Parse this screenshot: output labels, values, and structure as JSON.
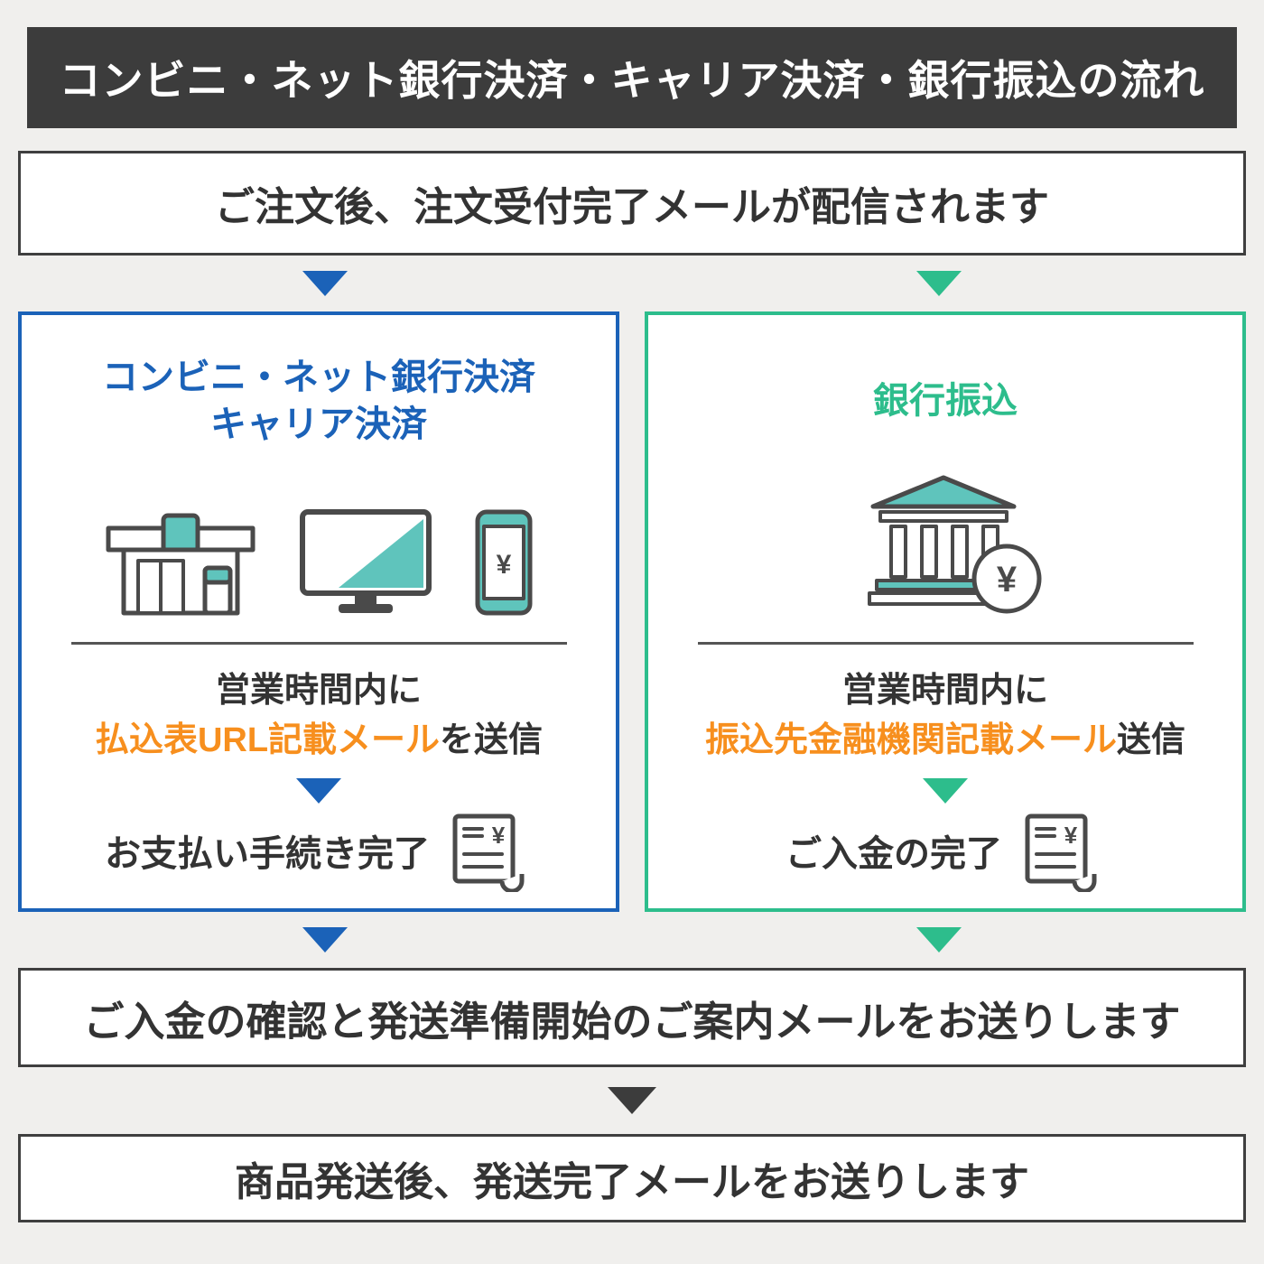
{
  "header": {
    "title": "コンビニ・ネット銀行決済・キャリア決済・銀行振込の流れ"
  },
  "flow": {
    "order_received": "ご注文後、注文受付完了メールが配信されます",
    "payment_confirmed": "ご入金の確認と発送準備開始のご案内メールをお送りします",
    "shipped": "商品発送後、発送完了メールをお送りします"
  },
  "left_panel": {
    "title_line1": "コンビニ・ネット銀行決済",
    "title_line2": "キャリア決済",
    "notice_line1": "営業時間内に",
    "notice_highlight": "払込表URL記載メール",
    "notice_suffix": "を送信",
    "completion": "お支払い手続き完了"
  },
  "right_panel": {
    "title": "銀行振込",
    "notice_line1": "営業時間内に",
    "notice_highlight": "振込先金融機関記載メール",
    "notice_suffix": "送信",
    "completion": "ご入金の完了"
  },
  "icons": {
    "left_panel": [
      "convenience-store-icon",
      "computer-monitor-icon",
      "smartphone-icon"
    ],
    "right_panel": [
      "bank-icon",
      "yen-coin-icon"
    ],
    "completion": "receipt-icon",
    "phone_symbol": "¥",
    "coin_symbol": "¥",
    "receipt_symbol": "¥"
  },
  "colors": {
    "blue": "#1b62b8",
    "green": "#2dbd8c",
    "orange": "#f78f1e",
    "dark": "#3c3c3c",
    "teal": "#5fc4bc",
    "background": "#f0efed"
  }
}
